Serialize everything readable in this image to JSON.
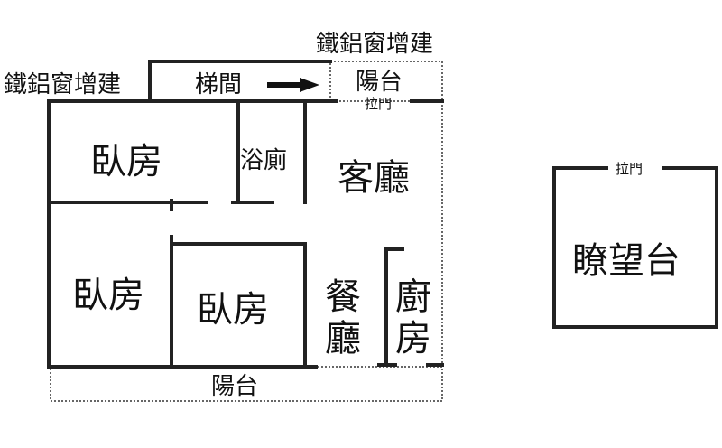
{
  "floorplan": {
    "annex_top": "鐵鋁窗增建",
    "annex_left": "鐵鋁窗增建",
    "stairs": "梯間",
    "balcony_top": "陽台",
    "sliding_door_top": "拉門",
    "bedroom_1": "臥房",
    "bathroom": "浴廁",
    "living_room": "客廳",
    "bedroom_2": "臥房",
    "bedroom_3": "臥房",
    "dining_line1": "餐",
    "dining_line2": "廳",
    "kitchen_line1": "廚",
    "kitchen_line2": "房",
    "balcony_bottom": "陽台",
    "sliding_door_right": "拉門",
    "observation_deck": "瞭望台"
  }
}
